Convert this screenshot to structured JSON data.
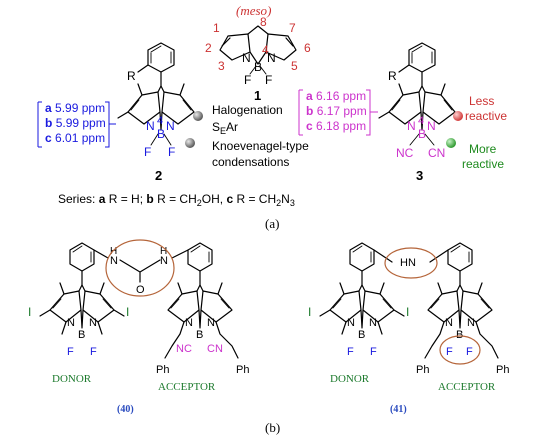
{
  "colors": {
    "blue": "#1a1adf",
    "magenta": "#cc33cc",
    "red": "#cc3333",
    "green": "#1e8a1e",
    "gray": "#606060",
    "darkgreen": "#1c7a2c",
    "orange": "#b5653a",
    "numblue": "#2a4bbf"
  },
  "panel_a": {
    "meso": "meso",
    "ring_numbers": [
      "1",
      "2",
      "3",
      "4",
      "5",
      "6",
      "7",
      "8"
    ],
    "core_atoms": {
      "n1": "N",
      "n2": "N",
      "b": "B",
      "f1": "F",
      "f2": "F"
    },
    "compound1": "1",
    "compound2": {
      "label": "2",
      "r": "R",
      "shifts": [
        {
          "letter": "a",
          "value": "5.99 ppm"
        },
        {
          "letter": "b",
          "value": "5.99 ppm"
        },
        {
          "letter": "c",
          "value": "6.01 ppm"
        }
      ],
      "atoms": {
        "n1": "N",
        "n2": "N",
        "b": "B",
        "f1": "F",
        "f2": "F",
        "four": "4"
      },
      "annotations": {
        "halogenation": "Halogenation",
        "sear_s": "S",
        "sear_sub": "E",
        "sear_rest": "Ar",
        "knoev1": "Knoevenagel-type",
        "knoev2": "condensations"
      }
    },
    "compound3": {
      "label": "3",
      "r": "R",
      "shifts": [
        {
          "letter": "a",
          "value": "6.16 ppm"
        },
        {
          "letter": "b",
          "value": "6.17 ppm"
        },
        {
          "letter": "c",
          "value": "6.18 ppm"
        }
      ],
      "atoms": {
        "n1": "N",
        "n2": "N",
        "b": "B",
        "nc": "NC",
        "cn": "CN",
        "four": "4"
      },
      "less": [
        "Less",
        "reactive"
      ],
      "more": [
        "More",
        "reactive"
      ]
    },
    "series": {
      "prefix": "Series: ",
      "a_letter": "a",
      "a_text": " R = H; ",
      "b_letter": "b",
      "b_text": " R = CH",
      "b_sub": "2",
      "b_end": "OH, ",
      "c_letter": "c",
      "c_text": " R = CH",
      "c_sub": "2",
      "c_end": "N",
      "c_sub2": "3"
    },
    "caption": "(a)"
  },
  "panel_b": {
    "caption": "(b)",
    "dyad40": {
      "number": "(40)",
      "donor": "DONOR",
      "acceptor": "ACCEPTOR",
      "iodine": "I",
      "nitrogen": "N",
      "boron": "B",
      "fluorine": "F",
      "nc": "NC",
      "cn": "CN",
      "ph": "Ph",
      "linker": {
        "o": "O",
        "h": "H",
        "n": "N"
      }
    },
    "dyad41": {
      "number": "(41)",
      "donor": "DONOR",
      "acceptor": "ACCEPTOR",
      "iodine": "I",
      "nitrogen": "N",
      "boron": "B",
      "fluorine": "F",
      "ph": "Ph",
      "linker": "HN"
    }
  }
}
